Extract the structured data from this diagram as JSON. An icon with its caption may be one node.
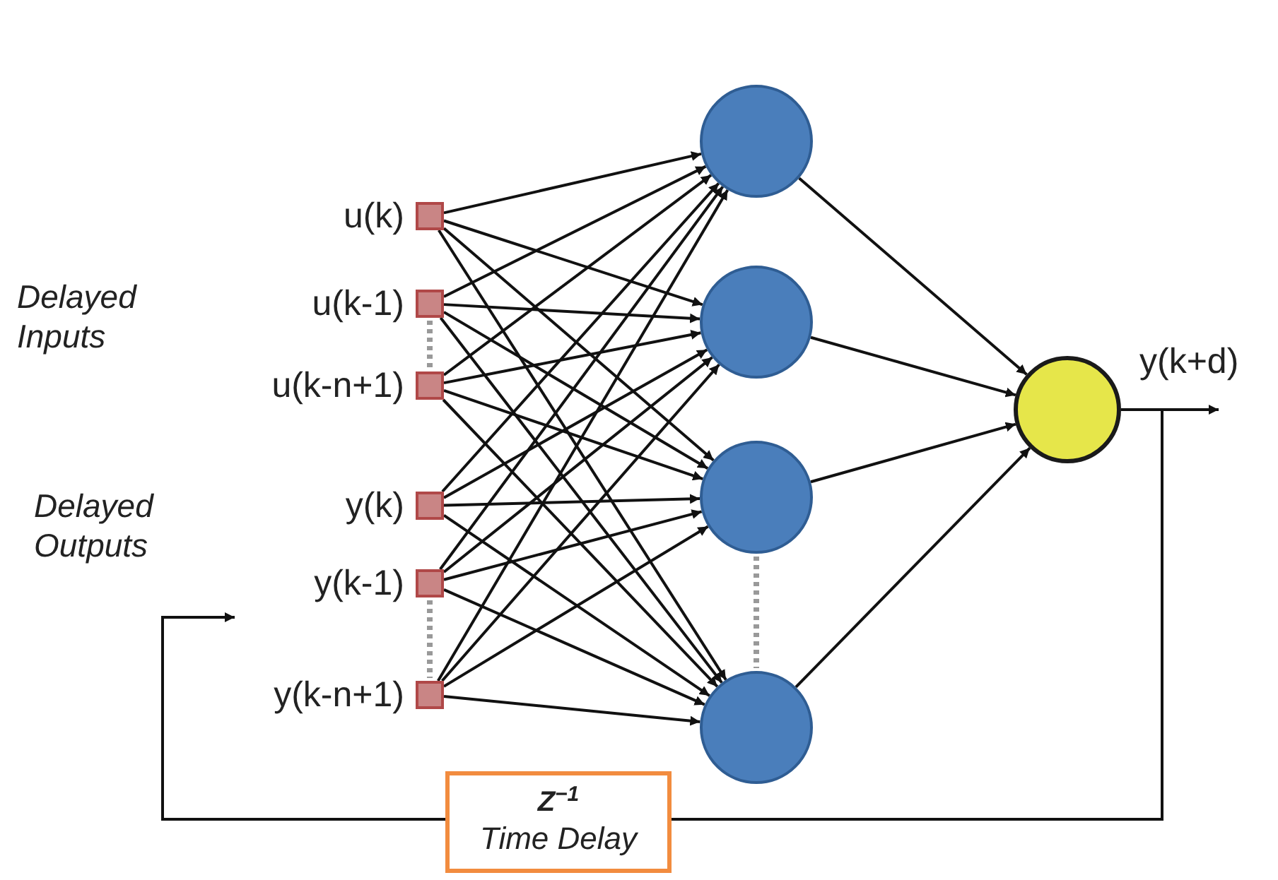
{
  "diagram": {
    "nodes": [
      {
        "text": [],
        "shape": "box",
        "beside": [
          "u(k)"
        ]
      },
      {
        "text": [],
        "shape": "box",
        "beside": [
          "u(k-1)"
        ]
      },
      {
        "text": [],
        "shape": "box",
        "beside": [
          "u(k-n+1)"
        ]
      },
      {
        "text": [],
        "shape": "box",
        "beside": [
          "y(k)"
        ]
      },
      {
        "text": [],
        "shape": "box",
        "beside": [
          "y(k-1)"
        ]
      },
      {
        "text": [],
        "shape": "box",
        "beside": [
          "y(k-n+1)"
        ]
      },
      {
        "text": [],
        "shape": "circle"
      },
      {
        "text": [],
        "shape": "circle"
      },
      {
        "text": [],
        "shape": "circle"
      },
      {
        "text": [],
        "shape": "circle"
      },
      {
        "text": [],
        "shape": "circle"
      },
      {
        "text": [
          "Z$^{−1}$",
          "Time Delay"
        ]
      }
    ],
    "edges": [
      {
        "from": 0,
        "to": 6,
        "arrow": "to"
      },
      {
        "from": 0,
        "to": 7,
        "arrow": "to"
      },
      {
        "from": 0,
        "to": 8,
        "arrow": "to"
      },
      {
        "from": 0,
        "to": 9,
        "arrow": "to"
      },
      {
        "from": 1,
        "to": 6,
        "arrow": "to"
      },
      {
        "from": 1,
        "to": 7,
        "arrow": "to"
      },
      {
        "from": 1,
        "to": 8,
        "arrow": "to"
      },
      {
        "from": 1,
        "to": 9,
        "arrow": "to"
      },
      {
        "from": 2,
        "to": 6,
        "arrow": "to"
      },
      {
        "from": 2,
        "to": 7,
        "arrow": "to"
      },
      {
        "from": 2,
        "to": 8,
        "arrow": "to"
      },
      {
        "from": 2,
        "to": 9,
        "arrow": "to"
      },
      {
        "from": 3,
        "to": 6,
        "arrow": "to"
      },
      {
        "from": 3,
        "to": 7,
        "arrow": "to"
      },
      {
        "from": 3,
        "to": 8,
        "arrow": "to"
      },
      {
        "from": 3,
        "to": 9,
        "arrow": "to"
      },
      {
        "from": 4,
        "to": 6,
        "arrow": "to"
      },
      {
        "from": 4,
        "to": 7,
        "arrow": "to"
      },
      {
        "from": 4,
        "to": 8,
        "arrow": "to"
      },
      {
        "from": 4,
        "to": 9,
        "arrow": "to"
      },
      {
        "from": 5,
        "to": 6,
        "arrow": "to"
      },
      {
        "from": 5,
        "to": 7,
        "arrow": "to"
      },
      {
        "from": 5,
        "to": 8,
        "arrow": "to"
      },
      {
        "from": 5,
        "to": 9,
        "arrow": "to"
      },
      {
        "from": 6,
        "to": 10,
        "arrow": "to"
      },
      {
        "from": 7,
        "to": 10,
        "arrow": "to"
      },
      {
        "from": 8,
        "to": 10,
        "arrow": "to"
      },
      {
        "from": 9,
        "to": 10,
        "arrow": "to"
      },
      {
        "from": 10,
        "to": null,
        "arrow": "to",
        "label": "y(k+d)"
      },
      {
        "from": 10,
        "to": 11,
        "arrow": "none"
      },
      {
        "from": 11,
        "to": null,
        "arrow": "to"
      }
    ],
    "labels": [
      "Delayed Inputs",
      "Delayed Outputs"
    ]
  }
}
